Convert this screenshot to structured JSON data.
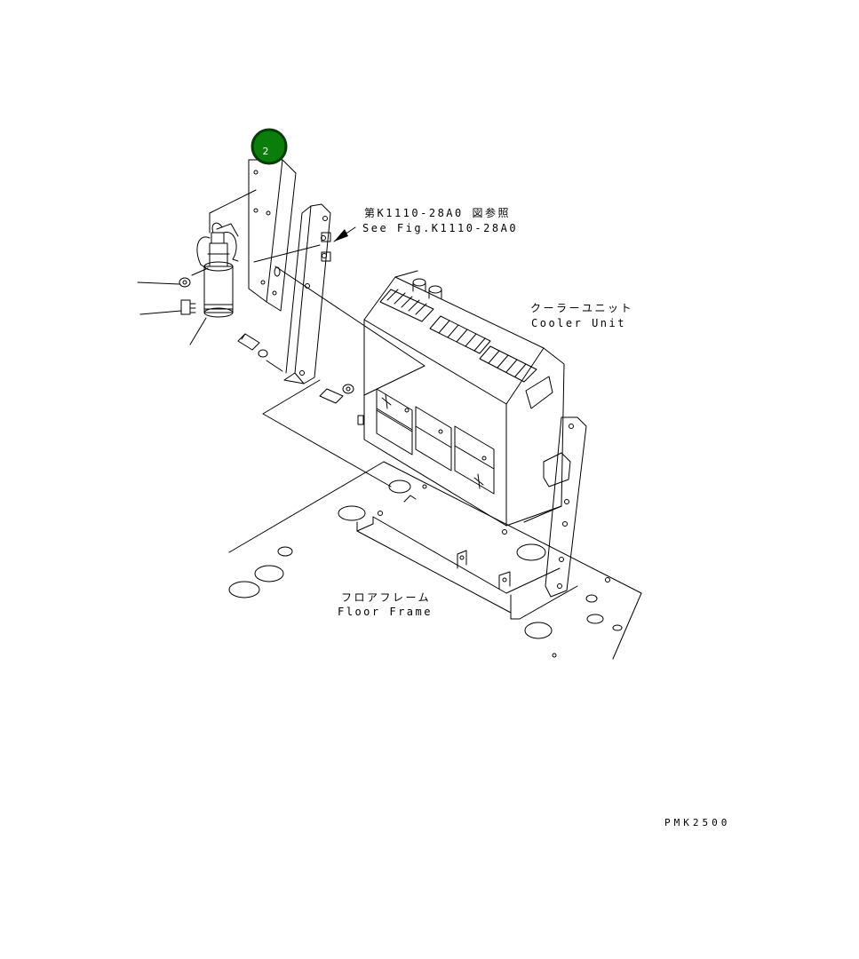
{
  "callout": {
    "number": "2",
    "color": "#0a7d0a"
  },
  "labels": {
    "reference_jp": "第K1110-28A0 図参照",
    "reference_en": "See Fig.K1110-28A0",
    "cooler_jp": "クーラーユニット",
    "cooler_en": "Cooler Unit",
    "floor_jp": "フロアフレーム",
    "floor_en": "Floor Frame",
    "drawing_code": "PMK2500"
  },
  "icons": {
    "receiver_dryer": "receiver-dryer-icon",
    "cooler_unit": "cooler-unit-icon",
    "bracket": "bracket-icon",
    "floor_frame": "floor-frame-icon"
  }
}
